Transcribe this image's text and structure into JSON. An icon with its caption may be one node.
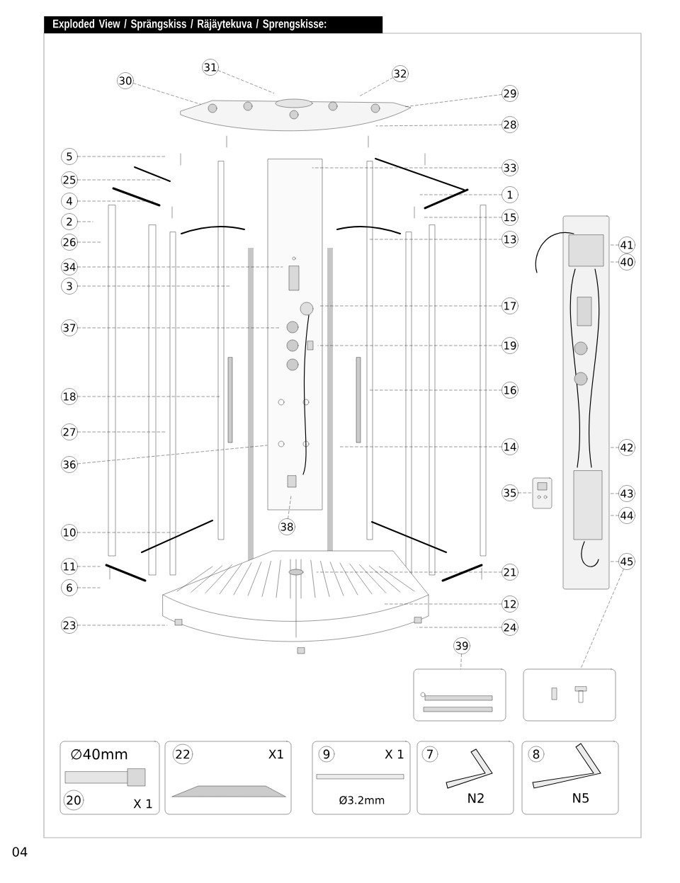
{
  "diagram": {
    "title": "Exploded View / Sprängskiss / Räjäytekuva / Sprengskisse:",
    "nodes": [
      {
        "text": [
          "31"
        ]
      },
      {
        "text": [
          "32"
        ]
      },
      {
        "text": [
          "30"
        ]
      },
      {
        "text": [
          "29"
        ]
      },
      {
        "text": [
          "28"
        ]
      },
      {
        "text": [
          "5"
        ]
      },
      {
        "text": [
          "33"
        ]
      },
      {
        "text": [
          "25"
        ]
      },
      {
        "text": [
          "1"
        ]
      },
      {
        "text": [
          "4"
        ]
      },
      {
        "text": [
          "15"
        ]
      },
      {
        "text": [
          "2"
        ]
      },
      {
        "text": [
          "13"
        ]
      },
      {
        "text": [
          "26"
        ]
      },
      {
        "text": [
          "41"
        ]
      },
      {
        "text": [
          "40"
        ]
      },
      {
        "text": [
          "34"
        ]
      },
      {
        "text": [
          "3"
        ]
      },
      {
        "text": [
          "17"
        ]
      },
      {
        "text": [
          "37"
        ]
      },
      {
        "text": [
          "19"
        ]
      },
      {
        "text": [
          "16"
        ]
      },
      {
        "text": [
          "18"
        ]
      },
      {
        "text": [
          "27"
        ]
      },
      {
        "text": [
          "14"
        ]
      },
      {
        "text": [
          "42"
        ]
      },
      {
        "text": [
          "36"
        ]
      },
      {
        "text": [
          "35"
        ]
      },
      {
        "text": [
          "43"
        ]
      },
      {
        "text": [
          "44"
        ]
      },
      {
        "text": [
          "38"
        ]
      },
      {
        "text": [
          "10"
        ]
      },
      {
        "text": [
          "45"
        ]
      },
      {
        "text": [
          "11"
        ]
      },
      {
        "text": [
          "21"
        ]
      },
      {
        "text": [
          "6"
        ]
      },
      {
        "text": [
          "12"
        ]
      },
      {
        "text": [
          "23"
        ]
      },
      {
        "text": [
          "24"
        ]
      },
      {
        "text": [
          "39"
        ]
      },
      {
        "text": [],
        "shape": "box"
      },
      {
        "text": [],
        "shape": "box"
      },
      {
        "text": [
          "∅40mm",
          "20",
          "X 1"
        ]
      },
      {
        "text": [
          "22",
          "X1"
        ]
      },
      {
        "text": [
          "9",
          "X 1",
          "Ø3.2mm"
        ]
      },
      {
        "text": [
          "7",
          "N2"
        ]
      },
      {
        "text": [
          "8",
          "N5"
        ]
      },
      {
        "text": [],
        "shape": "picture"
      },
      {
        "text": [],
        "shape": "picture"
      }
    ],
    "edges": [
      {
        "from": 0,
        "to": null,
        "arrow": "none"
      },
      {
        "from": 1,
        "to": null,
        "arrow": "none"
      },
      {
        "from": 2,
        "to": null,
        "arrow": "none"
      },
      {
        "from": 3,
        "to": null,
        "arrow": "none"
      },
      {
        "from": 4,
        "to": null,
        "arrow": "none"
      },
      {
        "from": 5,
        "to": null,
        "arrow": "none"
      },
      {
        "from": 6,
        "to": null,
        "arrow": "none"
      },
      {
        "from": 7,
        "to": null,
        "arrow": "none"
      },
      {
        "from": 8,
        "to": null,
        "arrow": "none"
      },
      {
        "from": 9,
        "to": null,
        "arrow": "none"
      },
      {
        "from": 10,
        "to": null,
        "arrow": "none"
      },
      {
        "from": 11,
        "to": null,
        "arrow": "none"
      },
      {
        "from": 12,
        "to": null,
        "arrow": "none"
      },
      {
        "from": 13,
        "to": null,
        "arrow": "none"
      },
      {
        "from": 14,
        "to": 48,
        "arrow": "none"
      },
      {
        "from": 15,
        "to": 48,
        "arrow": "none"
      },
      {
        "from": 16,
        "to": null,
        "arrow": "none"
      },
      {
        "from": 17,
        "to": null,
        "arrow": "none"
      },
      {
        "from": 18,
        "to": null,
        "arrow": "none"
      },
      {
        "from": 19,
        "to": null,
        "arrow": "none"
      },
      {
        "from": 20,
        "to": null,
        "arrow": "none"
      },
      {
        "from": 21,
        "to": null,
        "arrow": "none"
      },
      {
        "from": 22,
        "to": null,
        "arrow": "none"
      },
      {
        "from": 23,
        "to": null,
        "arrow": "none"
      },
      {
        "from": 24,
        "to": null,
        "arrow": "none"
      },
      {
        "from": 25,
        "to": 48,
        "arrow": "none"
      },
      {
        "from": 26,
        "to": null,
        "arrow": "none"
      },
      {
        "from": 27,
        "to": 47,
        "arrow": "none"
      },
      {
        "from": 28,
        "to": 48,
        "arrow": "none"
      },
      {
        "from": 29,
        "to": 48,
        "arrow": "none"
      },
      {
        "from": 30,
        "to": null,
        "arrow": "none"
      },
      {
        "from": 31,
        "to": null,
        "arrow": "none"
      },
      {
        "from": 32,
        "to": 48,
        "arrow": "none"
      },
      {
        "from": 32,
        "to": 41,
        "arrow": "none"
      },
      {
        "from": 33,
        "to": null,
        "arrow": "none"
      },
      {
        "from": 34,
        "to": null,
        "arrow": "none"
      },
      {
        "from": 35,
        "to": null,
        "arrow": "none"
      },
      {
        "from": 36,
        "to": null,
        "arrow": "none"
      },
      {
        "from": 37,
        "to": null,
        "arrow": "none"
      },
      {
        "from": 38,
        "to": null,
        "arrow": "none"
      },
      {
        "from": 39,
        "to": 40,
        "arrow": "none"
      }
    ],
    "labels": [
      "04"
    ]
  }
}
